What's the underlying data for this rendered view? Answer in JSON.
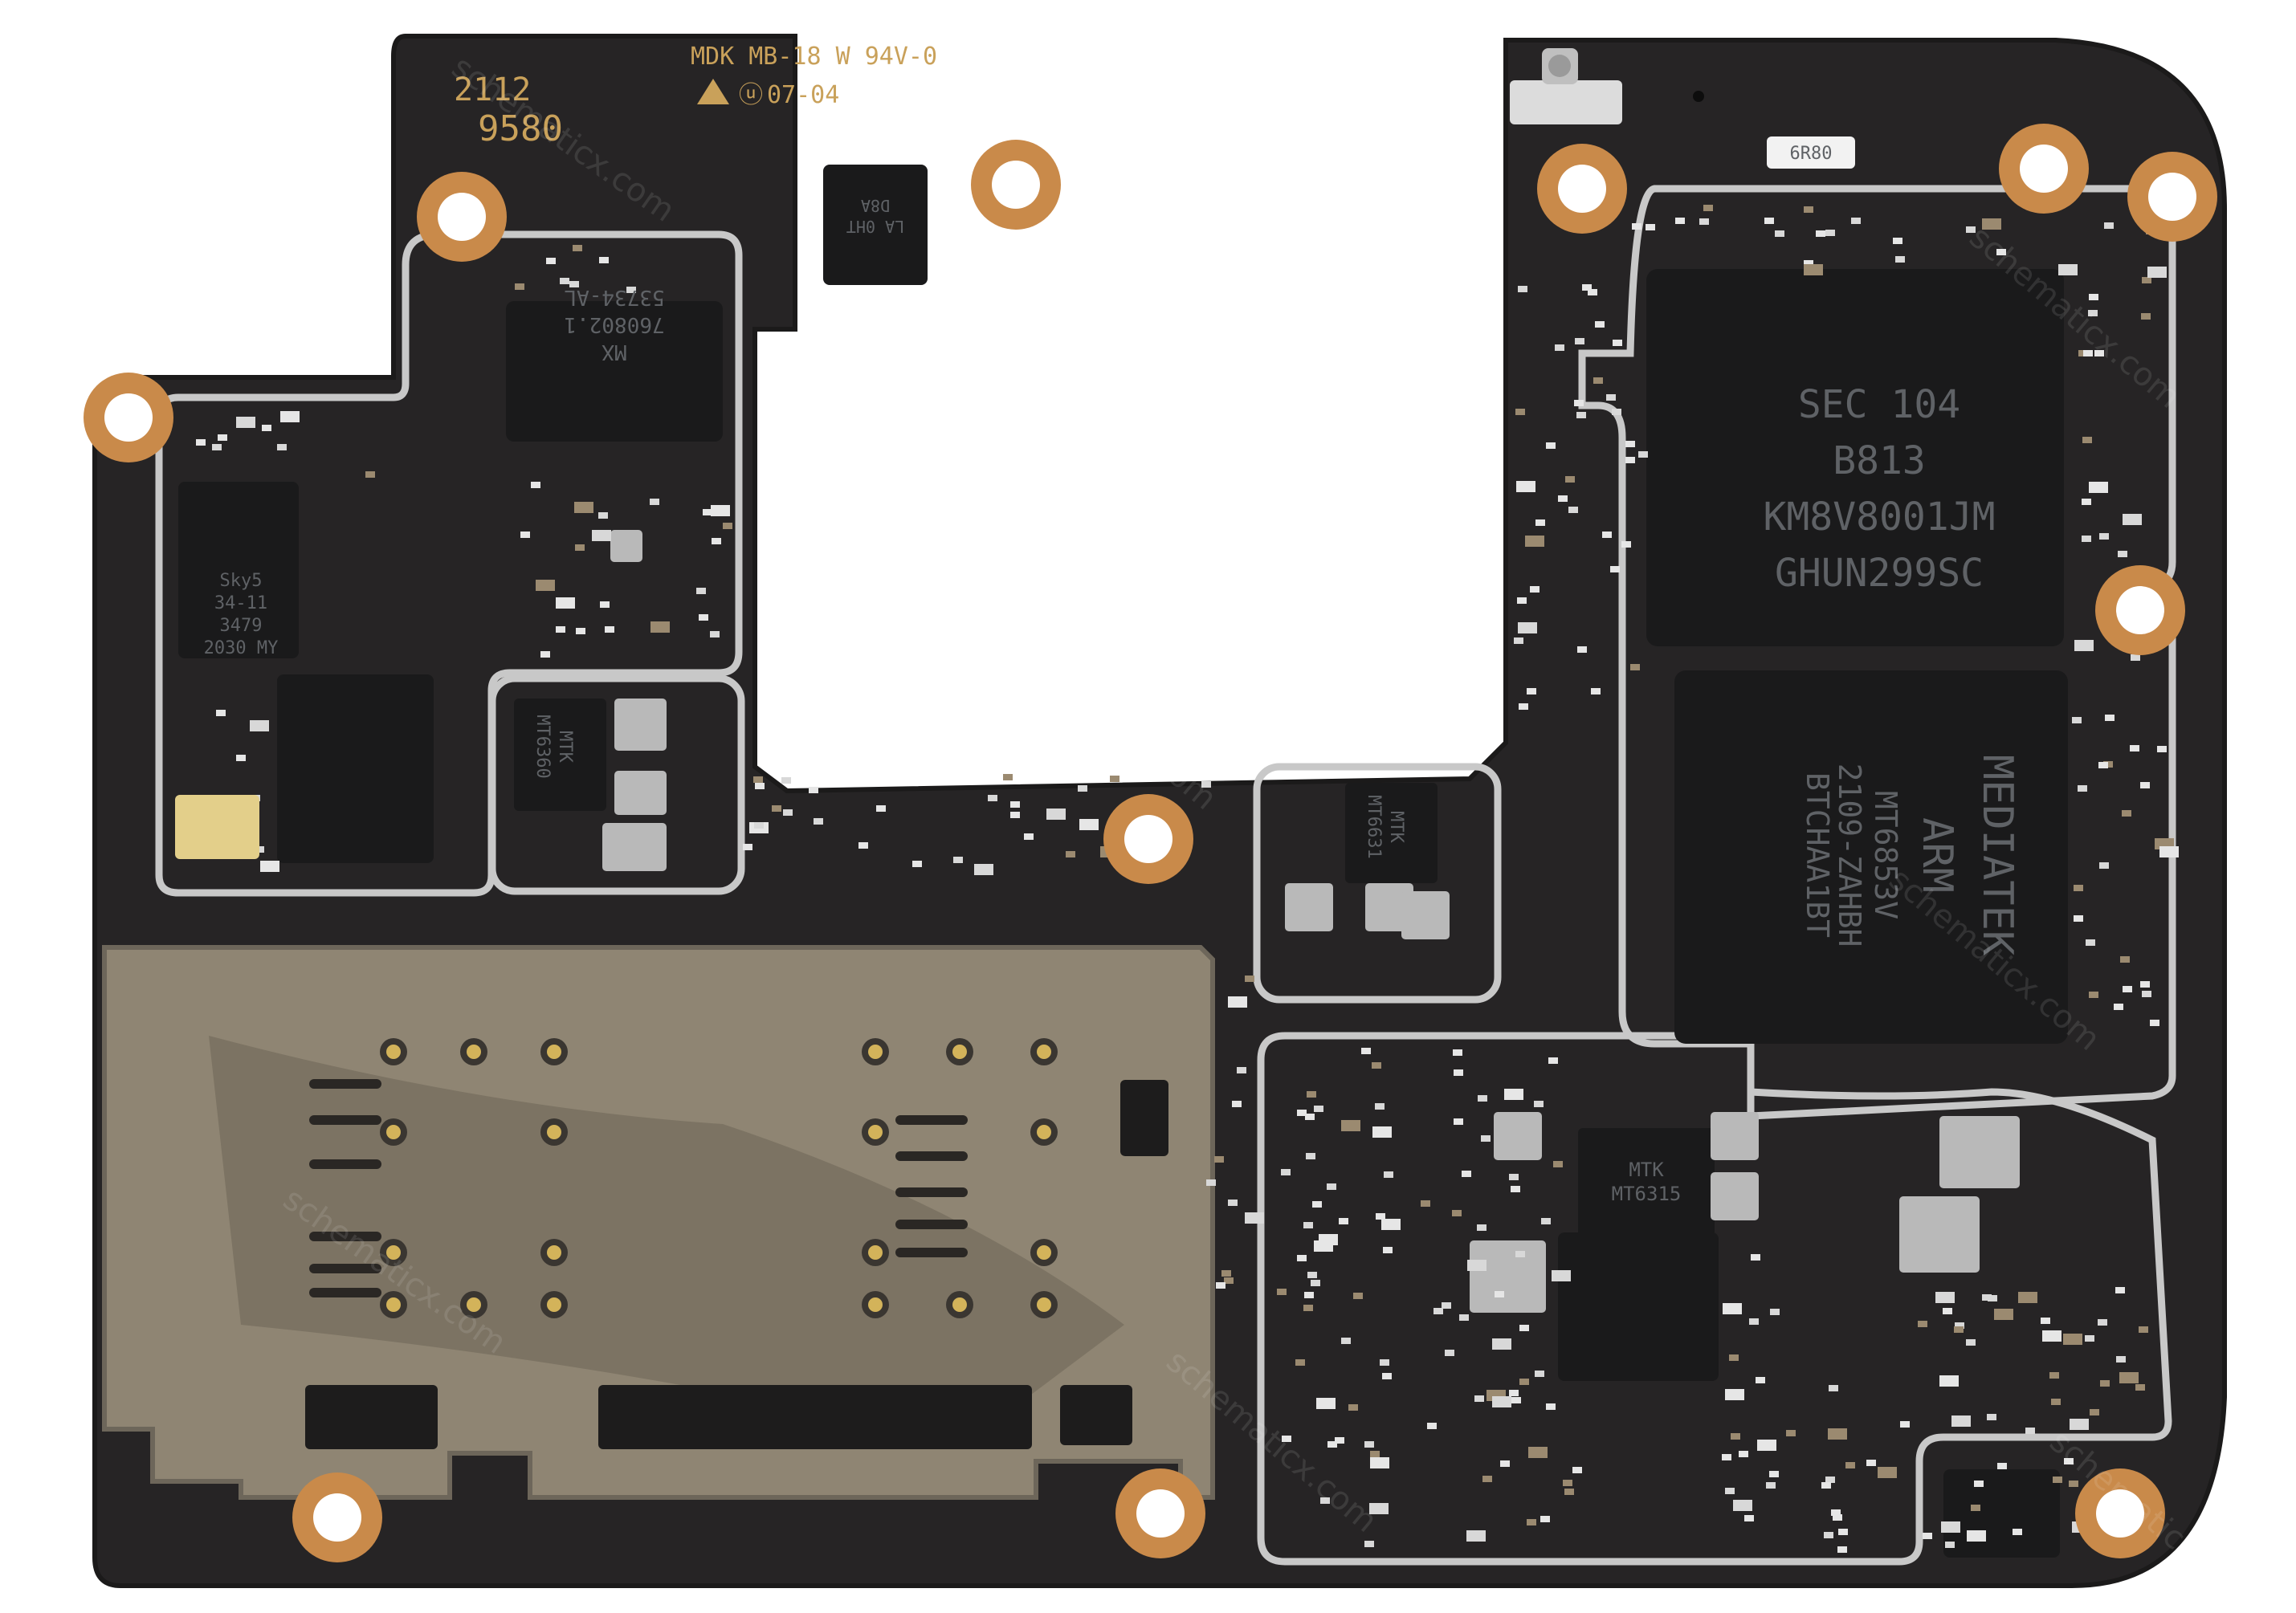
{
  "image": {
    "subject": "Smartphone motherboard (PCB), top side",
    "colors": {
      "background": "#ffffff",
      "pcb": "#262425",
      "pcb_edge": "#1b1a1a",
      "copper_ring": "#c98a4a",
      "shield_frame": "#c8c8c8",
      "chip": "#1a1a1b",
      "sim_tray": "#8f8573",
      "silkscreen": "#c9a15a"
    }
  },
  "silkscreen": {
    "date_code": "2112",
    "board_code": "9580",
    "maker_marking": "MDK MB-18 W 94V-0",
    "ul_marking": "07-04"
  },
  "chips": {
    "memory": {
      "lines": [
        "SEC 104",
        "B813",
        "KM8V8001JM",
        "GHUN299SC"
      ]
    },
    "soc": {
      "lines": [
        "MEDIATEK",
        "ARM",
        "MT6853V",
        "2109-ZAHBH",
        "BTCHAA1BT"
      ]
    },
    "pmic_left": {
      "lines": [
        "MTK",
        "MT6360"
      ]
    },
    "pmic_mid": {
      "lines": [
        "MTK",
        "MT6631"
      ]
    },
    "pmic_bottom": {
      "lines": [
        "MTK",
        "MT6315"
      ]
    },
    "sky_module": {
      "lines": [
        "Sky5",
        "34-11",
        "3479",
        "2030 MY"
      ]
    },
    "rf_transceiver": {
      "lines": [
        "MX",
        "760802.1",
        "53734-AL"
      ]
    },
    "top_small": {
      "lines": [
        "LA 0HT",
        "D8A"
      ]
    },
    "inductor_label": "6R80"
  },
  "watermark": "schematicx.com"
}
